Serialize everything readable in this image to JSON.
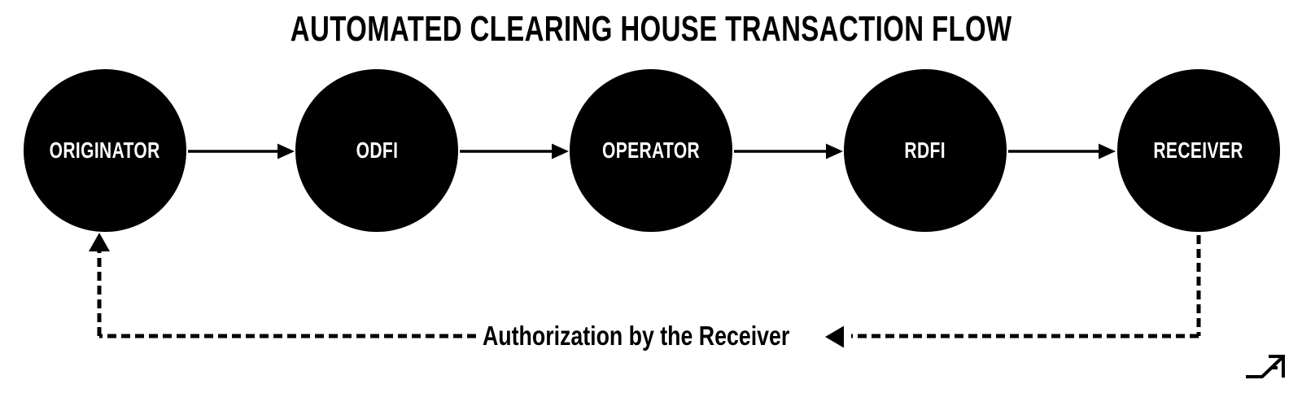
{
  "title": "AUTOMATED CLEARING HOUSE TRANSACTION FLOW",
  "flow": {
    "nodes": [
      {
        "id": "originator",
        "label": "ORIGINATOR"
      },
      {
        "id": "odfi",
        "label": "ODFI"
      },
      {
        "id": "operator",
        "label": "OPERATOR"
      },
      {
        "id": "rdfi",
        "label": "RDFI"
      },
      {
        "id": "receiver",
        "label": "RECEIVER"
      }
    ],
    "edges": [
      {
        "from": "ORIGINATOR",
        "to": "ODFI",
        "style": "solid-arrow"
      },
      {
        "from": "ODFI",
        "to": "OPERATOR",
        "style": "solid-arrow"
      },
      {
        "from": "OPERATOR",
        "to": "RDFI",
        "style": "solid-arrow"
      },
      {
        "from": "RDFI",
        "to": "RECEIVER",
        "style": "solid-arrow"
      },
      {
        "from": "RECEIVER",
        "to": "ORIGINATOR",
        "style": "dashed-arrow",
        "label": "Authorization by the Receiver"
      }
    ],
    "feedback_label": "Authorization by the Receiver"
  },
  "colors": {
    "background": "#ffffff",
    "node_fill": "#000000",
    "node_text": "#ffffff",
    "line": "#000000",
    "title_text": "#000000"
  },
  "icons": {
    "feedback_arrowhead": "left-pointing-triangle",
    "originator_arrowhead": "up-pointing-triangle",
    "brand_logo": "ascending-arrow-monogram"
  }
}
